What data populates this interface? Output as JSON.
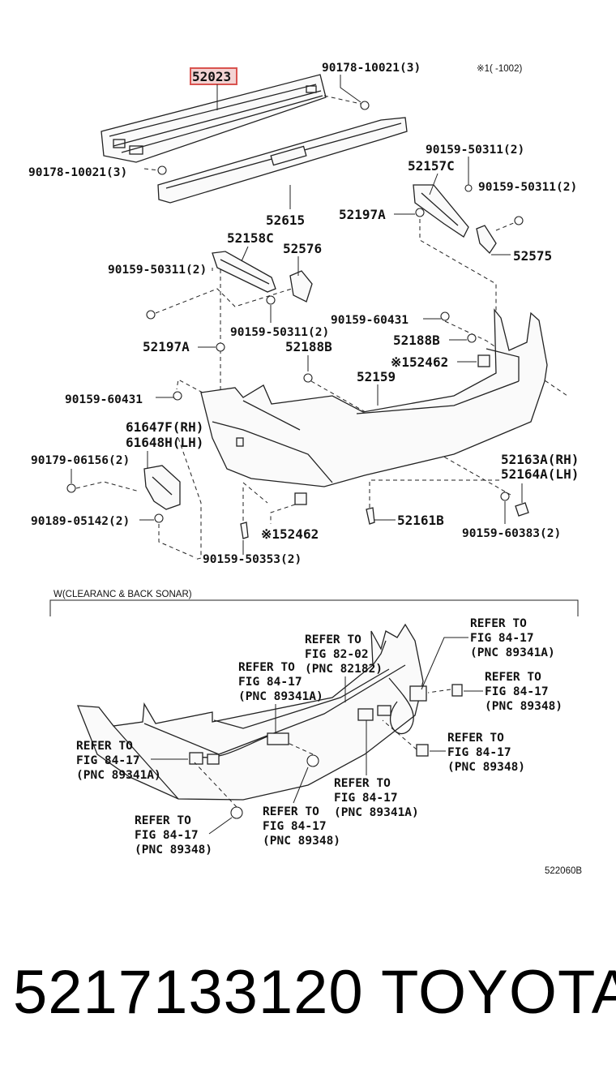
{
  "labels": {
    "p52023": "52023",
    "p90178_top": "90178-10021(3)",
    "note_top": "※1(    -1002)",
    "p90178_left": "90178-10021(3)",
    "p52615": "52615",
    "p90159_a": "90159-50311(2)",
    "p52157c": "52157C",
    "p90159_b": "90159-50311(2)",
    "p52197a_r": "52197A",
    "p52575": "52575",
    "p52158c": "52158C",
    "p52576": "52576",
    "p90159_c": "90159-50311(2)",
    "p90159_d": "90159-50311(2)",
    "p90159_60431_a": "90159-60431",
    "p52188b_a": "52188B",
    "p52197a_l": "52197A",
    "p52188b_b": "52188B",
    "p52462_a": "※152462",
    "p52159": "52159",
    "p90159_60431_b": "90159-60431",
    "p61647f": "61647F(RH)",
    "p61648h": "61648H(LH)",
    "p90179": "90179-06156(2)",
    "p52163a": "52163A(RH)",
    "p52164a": "52164A(LH)",
    "p90189": "90189-05142(2)",
    "p52161b": "52161B",
    "p52462_b": "※152462",
    "p90159_60383": "90159-60383(2)",
    "p90159_50353": "90159-50353(2)",
    "section_title": "W(CLEARANC & BACK SONAR)",
    "ref_a": [
      "REFER TO",
      "FIG 84-17",
      "(PNC 89341A)"
    ],
    "ref_b": [
      "REFER TO",
      "FIG 82-02",
      "(PNC 82182)"
    ],
    "ref_c": [
      "REFER TO",
      "FIG 84-17",
      "(PNC 89341A)"
    ],
    "ref_d": [
      "REFER TO",
      "FIG 84-17",
      "(PNC 89348)"
    ],
    "ref_e": [
      "REFER TO",
      "FIG 84-17",
      "(PNC 89341A)"
    ],
    "ref_f": [
      "REFER TO",
      "FIG 84-17",
      "(PNC 89348)"
    ],
    "ref_g": [
      "REFER TO",
      "FIG 84-17",
      "(PNC 89341A)"
    ],
    "ref_h": [
      "REFER TO",
      "FIG 84-17",
      "(PNC 89348)"
    ],
    "ref_i": [
      "REFER TO",
      "FIG 84-17",
      "(PNC 89348)"
    ],
    "diagram_code": "522060B"
  },
  "footer": {
    "part_number": "5217133120",
    "brand": "TOYOTA"
  },
  "colors": {
    "highlight": "#d9534f",
    "highlight_fill": "#f3d3d3",
    "line": "#222222"
  }
}
